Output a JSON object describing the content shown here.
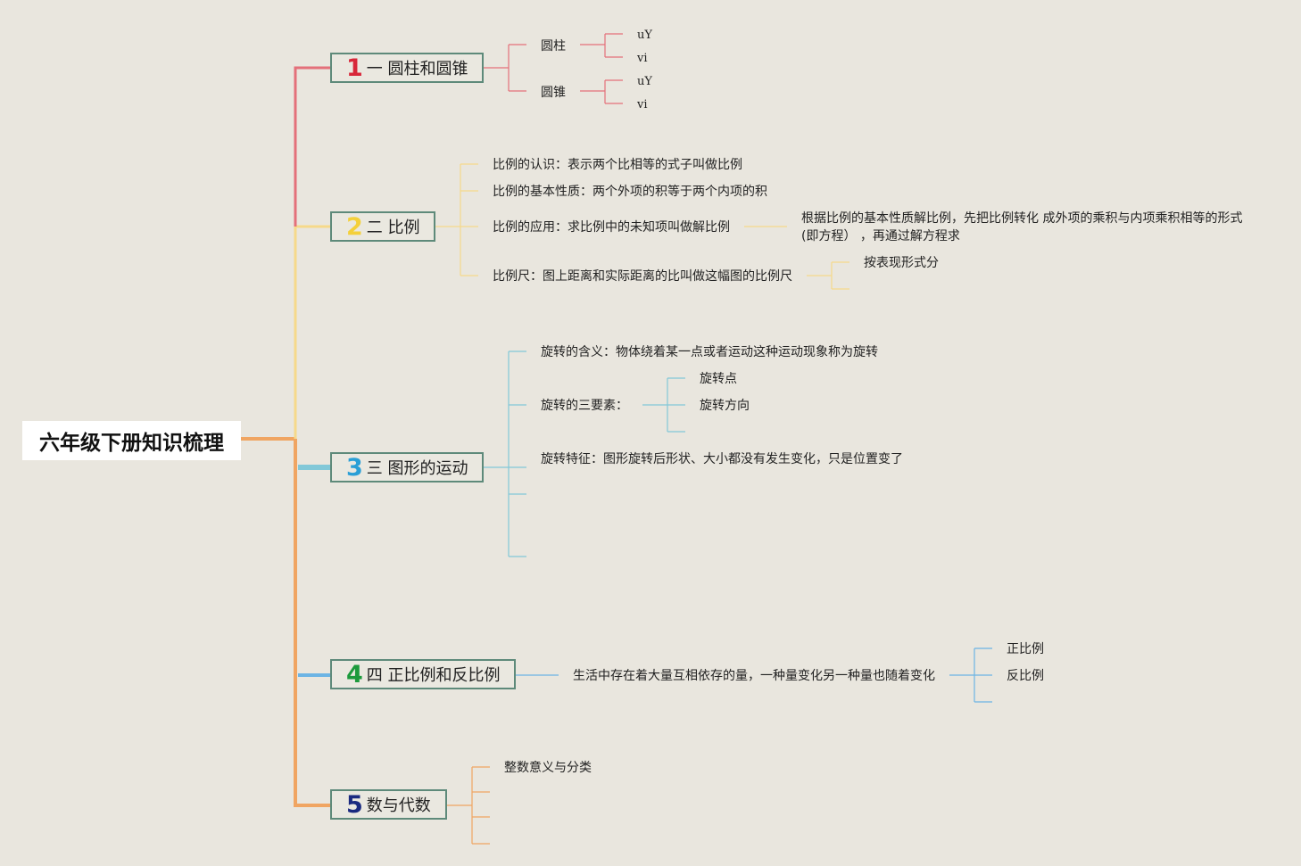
{
  "root": {
    "title": "六年级下册知识梳理"
  },
  "branches": [
    {
      "num": "1",
      "title": "一 圆柱和圆锥",
      "color": "#e4707a",
      "num_color": "#d8283a",
      "items": [
        "圆柱",
        "圆锥"
      ],
      "subitems": [
        "uY",
        "vi",
        "uY",
        "vi"
      ]
    },
    {
      "num": "2",
      "title": "二 比例",
      "color": "#f6d98a",
      "num_color": "#f4d03a",
      "items": [
        "比例的认识：表示两个比相等的式子叫做比例",
        "比例的基本性质：两个外项的积等于两个内项的积",
        "比例的应用：求比例中的未知项叫做解比例",
        "比例尺：图上距离和实际距离的比叫做这幅图的比例尺"
      ],
      "application_note": [
        "根据比例的基本性质解比例，先把比例转化 成外项的乘积与内项乘积相等的形式",
        "(即方程） ，再通过解方程求"
      ],
      "scale_note": "按表现形式分"
    },
    {
      "num": "3",
      "title": "三 图形的运动",
      "color": "#82c8d8",
      "num_color": "#2a9fd6",
      "items": [
        "旋转的含义：物体绕着某一点或者运动这种运动现象称为旋转",
        "旋转的三要素：",
        "旋转特征：图形旋转后形状、大小都没有发生变化，只是位置变了"
      ],
      "elements": [
        "旋转点",
        "旋转方向"
      ]
    },
    {
      "num": "4",
      "title": "四 正比例和反比例",
      "color": "#6cb4e4",
      "num_color": "#1c9a3c",
      "items": [
        "生活中存在着大量互相依存的量，一种量变化另一种量也随着变化"
      ],
      "subitems": [
        "正比例",
        "反比例"
      ]
    },
    {
      "num": "5",
      "title": "数与代数",
      "color": "#f0a562",
      "num_color": "#1a2a80",
      "items": [
        "整数意义与分类"
      ]
    }
  ],
  "trunk_color": "#f0a562"
}
